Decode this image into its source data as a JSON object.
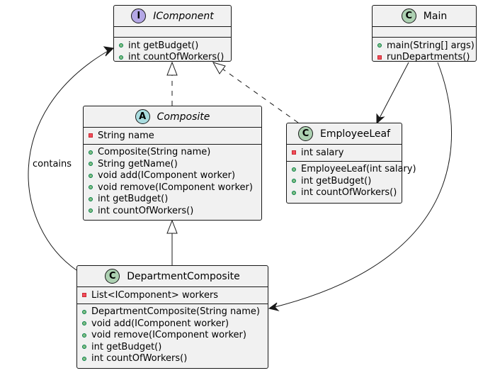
{
  "classes": {
    "icomponent": {
      "stereotype": "I",
      "name": "IComponent",
      "attributes": [],
      "methods": [
        {
          "visibility": "public",
          "text": "int getBudget()"
        },
        {
          "visibility": "public",
          "text": "int countOfWorkers()"
        }
      ]
    },
    "main": {
      "stereotype": "C",
      "name": "Main",
      "attributes": [],
      "methods": [
        {
          "visibility": "public",
          "text": "main(String[] args)"
        },
        {
          "visibility": "private",
          "text": "runDepartments()"
        }
      ]
    },
    "composite": {
      "stereotype": "A",
      "name": "Composite",
      "attributes": [
        {
          "visibility": "private",
          "text": "String name"
        }
      ],
      "methods": [
        {
          "visibility": "public",
          "text": "Composite(String name)"
        },
        {
          "visibility": "public",
          "text": "String getName()"
        },
        {
          "visibility": "public",
          "text": "void add(IComponent worker)"
        },
        {
          "visibility": "public",
          "text": "void remove(IComponent worker)"
        },
        {
          "visibility": "public",
          "text": "int getBudget()"
        },
        {
          "visibility": "public",
          "text": "int countOfWorkers()"
        }
      ]
    },
    "employeeleaf": {
      "stereotype": "C",
      "name": "EmployeeLeaf",
      "attributes": [
        {
          "visibility": "private",
          "text": "int salary"
        }
      ],
      "methods": [
        {
          "visibility": "public",
          "text": "EmployeeLeaf(int salary)"
        },
        {
          "visibility": "public",
          "text": "int getBudget()"
        },
        {
          "visibility": "public",
          "text": "int countOfWorkers()"
        }
      ]
    },
    "departmentcomposite": {
      "stereotype": "C",
      "name": "DepartmentComposite",
      "attributes": [
        {
          "visibility": "private",
          "text": "List<IComponent> workers"
        }
      ],
      "methods": [
        {
          "visibility": "public",
          "text": "DepartmentComposite(String name)"
        },
        {
          "visibility": "public",
          "text": "void add(IComponent worker)"
        },
        {
          "visibility": "public",
          "text": "void remove(IComponent worker)"
        },
        {
          "visibility": "public",
          "text": "int getBudget()"
        },
        {
          "visibility": "public",
          "text": "int countOfWorkers()"
        }
      ]
    }
  },
  "relations": [
    {
      "from": "composite",
      "to": "icomponent",
      "kind": "realization",
      "label": ""
    },
    {
      "from": "employeeleaf",
      "to": "icomponent",
      "kind": "realization",
      "label": ""
    },
    {
      "from": "departmentcomposite",
      "to": "composite",
      "kind": "inheritance",
      "label": ""
    },
    {
      "from": "main",
      "to": "employeeleaf",
      "kind": "association",
      "label": ""
    },
    {
      "from": "main",
      "to": "departmentcomposite",
      "kind": "association",
      "label": ""
    },
    {
      "from": "departmentcomposite",
      "to": "icomponent",
      "kind": "association",
      "label": "contains"
    }
  ],
  "colors": {
    "class_fill": "#f1f1f1",
    "border": "#181818",
    "stereo_class": "#add1b2",
    "stereo_abstract": "#a9dcdf",
    "stereo_interface": "#b4a7e5",
    "public_marker": "#84be84",
    "private_marker": "#f24d5c"
  }
}
